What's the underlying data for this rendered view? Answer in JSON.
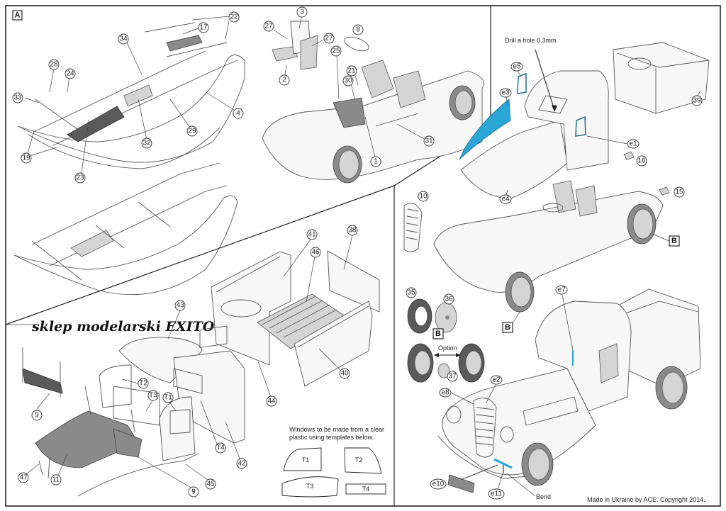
{
  "sheet": {
    "title": "Model kit assembly instructions",
    "watermark": "sklep modelarski EXITO",
    "footer": "Made in Ukraine by ACE. Copyright 2014.",
    "colors": {
      "photo_etch_blue": "#2aa7d6",
      "line": "#555555",
      "grey_part": "#8a8a8a",
      "frame": "#222222"
    }
  },
  "steps": {
    "A": {
      "marker": "A"
    },
    "B": {
      "marker": "B"
    }
  },
  "notes": {
    "drill": "Drill a hole 0.3mm.",
    "windows_line1": "Windows to be made from a clear",
    "windows_line2": "plastic using templates below.",
    "option": "Option",
    "bend": "Bend"
  },
  "templates": [
    "T1",
    "T2",
    "T3",
    "T4"
  ],
  "callouts": {
    "chassis": [
      "22",
      "17",
      "34",
      "28",
      "24",
      "33",
      "4",
      "29",
      "32",
      "19",
      "23"
    ],
    "interior": [
      "3",
      "27",
      "27",
      "8",
      "25",
      "2",
      "21",
      "30",
      "31",
      "1"
    ],
    "cab_front": [
      "e5",
      "e3",
      "e1",
      "16",
      "15",
      "e4",
      "39",
      "10"
    ],
    "bed": [
      "41",
      "38",
      "46",
      "40",
      "44"
    ],
    "cab": [
      "43",
      "T2",
      "T3",
      "T1",
      "T4",
      "9",
      "9",
      "47",
      "11",
      "45",
      "42"
    ],
    "wheels": [
      "35",
      "36",
      "37"
    ],
    "final": [
      "e7",
      "e2",
      "e8",
      "e10",
      "e11"
    ]
  }
}
